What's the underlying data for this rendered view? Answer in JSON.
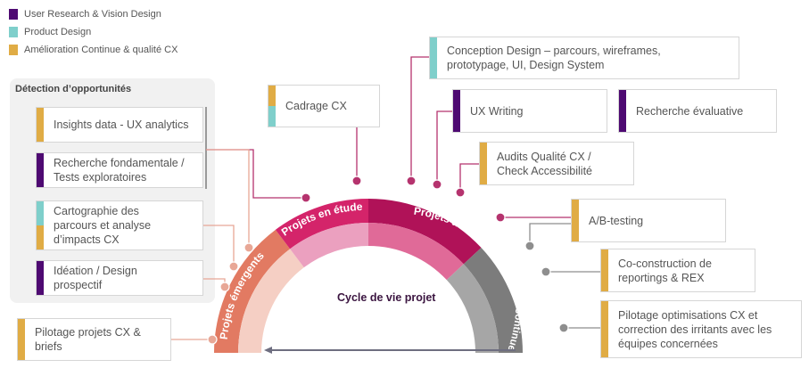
{
  "colors": {
    "user_research": "#4e0a72",
    "product_design": "#7fcfcb",
    "amelioration": "#e0ac45",
    "emergents": "#e27a62",
    "emergents_light": "#f5cfc4",
    "etude": "#d4246a",
    "etude_light": "#eba0bf",
    "delivrer": "#b01258",
    "delivrer_light": "#e06a98",
    "continue": "#7c7c7c",
    "continue_light": "#a6a6a6",
    "connector_salmon": "#e8a796",
    "connector_magenta": "#b5336e",
    "connector_gray": "#8e8e8e",
    "arrow": "#6e6e80",
    "center_text": "#3b1540"
  },
  "legend": [
    {
      "label": "User Research & Vision Design",
      "color_key": "user_research"
    },
    {
      "label": "Product Design",
      "color_key": "product_design"
    },
    {
      "label": "Amélioration Continue & qualité CX",
      "color_key": "amelioration"
    }
  ],
  "detection_panel": {
    "title": "Détection d’opportunités",
    "items": [
      {
        "label": "Insights data - UX analytics",
        "bar": [
          "amelioration"
        ]
      },
      {
        "label": "Recherche fondamentale / Tests exploratoires",
        "bar": [
          "user_research"
        ]
      },
      {
        "label": "Cartographie des parcours et analyse d’impacts CX",
        "bar": [
          "product_design",
          "amelioration"
        ]
      },
      {
        "label": "Idéation / Design prospectif",
        "bar": [
          "user_research"
        ]
      }
    ]
  },
  "cards": {
    "pilotage_projets": {
      "label": "Pilotage projets CX & briefs",
      "bar": [
        "amelioration"
      ]
    },
    "cadrage": {
      "label": "Cadrage CX",
      "bar": [
        "amelioration",
        "product_design"
      ]
    },
    "conception": {
      "label": "Conception Design – parcours, wireframes, prototypage, UI, Design System",
      "bar": [
        "product_design"
      ]
    },
    "ux_writing": {
      "label": "UX Writing",
      "bar": [
        "user_research"
      ]
    },
    "recherche_evaluative": {
      "label": "Recherche évaluative",
      "bar": [
        "user_research"
      ]
    },
    "audits": {
      "label": "Audits Qualité CX / Check Accessibilité",
      "bar": [
        "amelioration"
      ]
    },
    "ab_testing": {
      "label": "A/B-testing",
      "bar": [
        "amelioration"
      ]
    },
    "coconstruction": {
      "label": "Co-construction de reportings & REX",
      "bar": [
        "amelioration"
      ]
    },
    "pilotage_optim": {
      "label": "Pilotage optimisations CX et correction des irritants avec les équipes concernées",
      "bar": [
        "amelioration"
      ]
    }
  },
  "cycle": {
    "title": "Cycle de vie projet",
    "phases": [
      {
        "label": "Projets émergents",
        "color_key": "emergents",
        "light_key": "emergents_light"
      },
      {
        "label": "Projets en étude",
        "color_key": "etude",
        "light_key": "etude_light"
      },
      {
        "label": "Projets à délivrer",
        "color_key": "delivrer",
        "light_key": "delivrer_light"
      },
      {
        "label": "Amélioration continue",
        "color_key": "continue",
        "light_key": "continue_light"
      }
    ]
  }
}
